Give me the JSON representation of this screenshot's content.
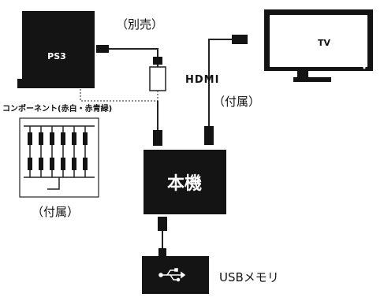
{
  "devices": {
    "ps3": {
      "label": "PS3"
    },
    "tv": {
      "label": "TV"
    },
    "main_unit": {
      "label": "本機"
    },
    "usb_memory": {
      "label": "USBメモリ",
      "icon": "usb-icon"
    }
  },
  "labels": {
    "separately_sold": "（別売）",
    "hdmi": "HDMI",
    "hdmi_included": "（付属）",
    "component": "コンポーネント(赤白・赤青緑)",
    "component_included": "（付属）"
  },
  "colors": {
    "device_fill": "#141414",
    "device_text": "#ffffff",
    "cable": "#222222",
    "background": "#ffffff"
  }
}
